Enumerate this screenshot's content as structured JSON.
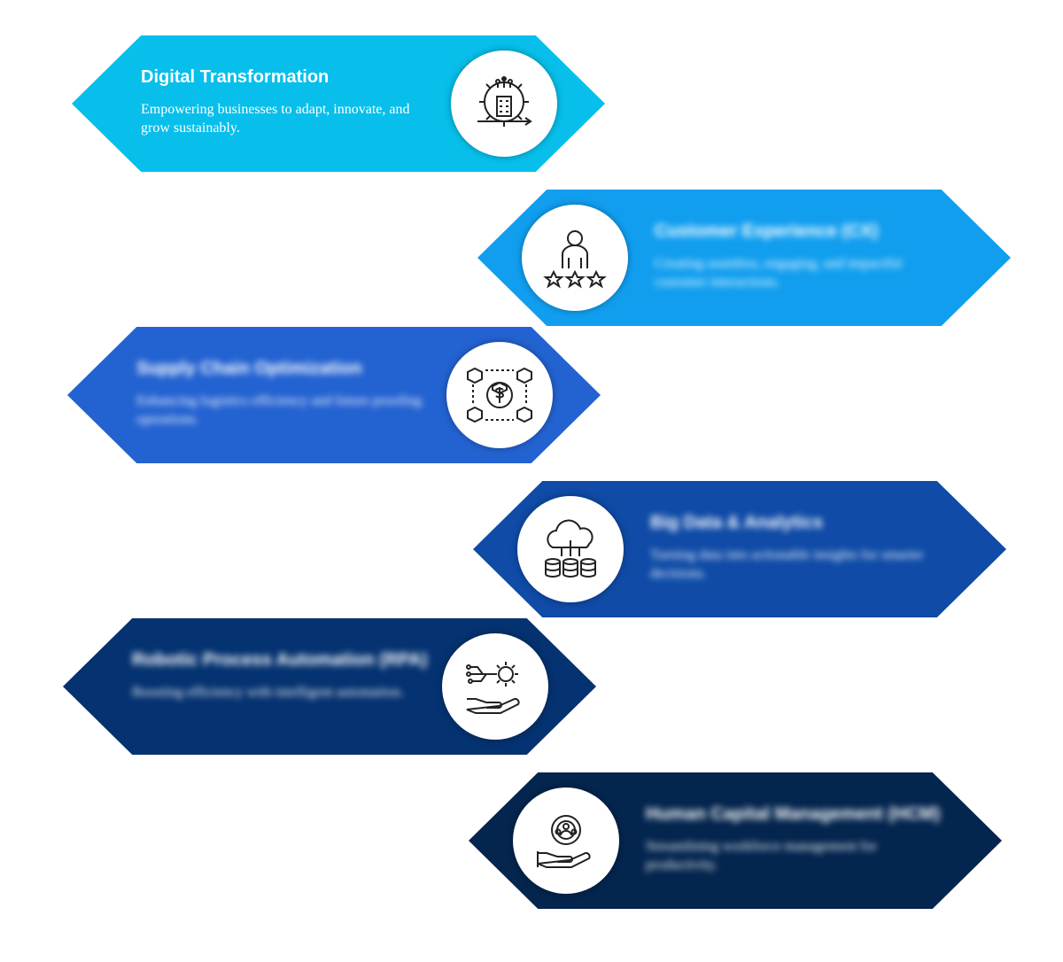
{
  "items": [
    {
      "title": "Digital Transformation",
      "desc": "Empowering businesses to adapt, innovate, and grow sustainably.",
      "color": "#07BFEA",
      "icon": "gear-building-icon"
    },
    {
      "title": "Customer Experience (CX)",
      "desc": "Creating seamless, engaging, and impactful customer interactions.",
      "color": "#119EEF",
      "icon": "person-stars-icon"
    },
    {
      "title": "Supply Chain Optimization",
      "desc": "Enhancing logistics efficiency and future proofing operations.",
      "color": "#2362D1",
      "icon": "dollar-cubes-icon"
    },
    {
      "title": "Big Data & Analytics",
      "desc": "Turning data into actionable insights for smarter decisions.",
      "color": "#0F4BA7",
      "icon": "cloud-database-icon"
    },
    {
      "title": "Robotic Process Automation (RPA)",
      "desc": "Boosting efficiency with intelligent automation.",
      "color": "#053270",
      "icon": "hand-gear-circuit-icon"
    },
    {
      "title": "Human Capital Management (HCM)",
      "desc": "Streamlining workforce management for productivity.",
      "color": "#04254E",
      "icon": "hand-people-icon"
    }
  ]
}
